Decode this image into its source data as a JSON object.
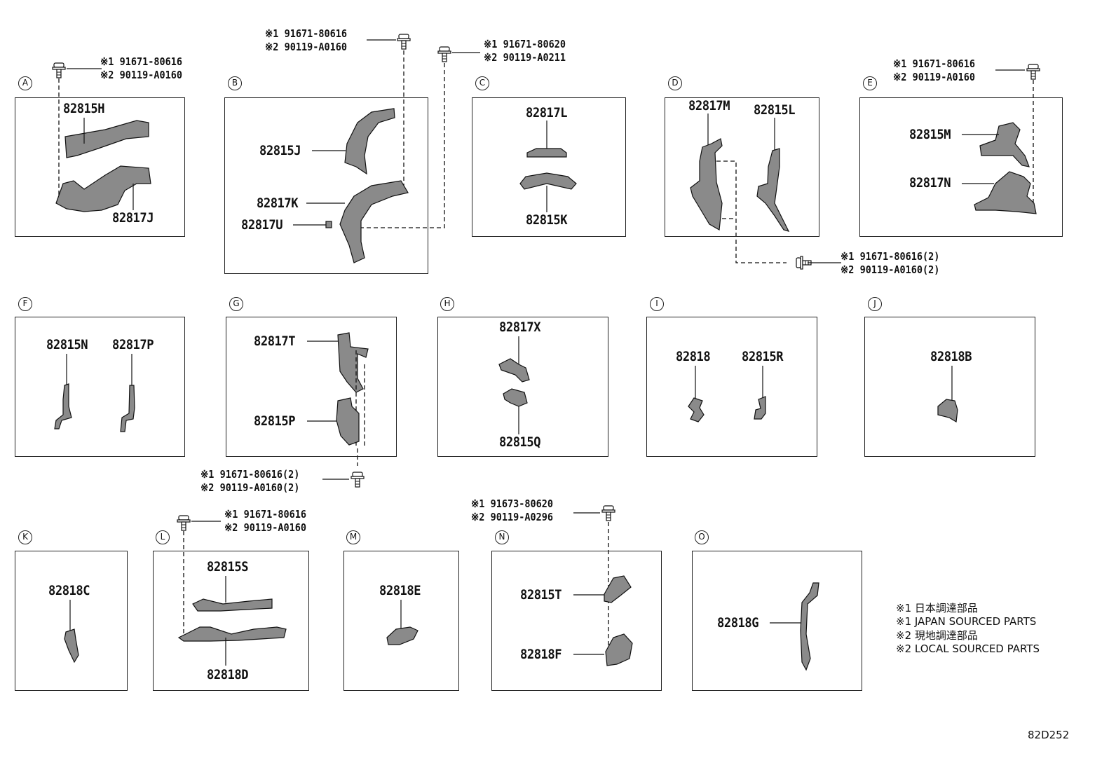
{
  "sections": {
    "A": {
      "letter": "A",
      "parts": [
        "82815H",
        "82817J"
      ],
      "bolt": [
        "※1 91671-80616",
        "※2 90119-A0160"
      ]
    },
    "B": {
      "letter": "B",
      "parts": [
        "82815J",
        "82817K",
        "82817U"
      ],
      "bolt1": [
        "※1 91671-80616",
        "※2 90119-A0160"
      ],
      "bolt2": [
        "※1 91671-80620",
        "※2 90119-A0211"
      ]
    },
    "C": {
      "letter": "C",
      "parts": [
        "82817L",
        "82815K"
      ]
    },
    "D": {
      "letter": "D",
      "parts": [
        "82817M",
        "82815L"
      ],
      "bolt": [
        "※1 91671-80616(2)",
        "※2 90119-A0160(2)"
      ]
    },
    "E": {
      "letter": "E",
      "parts": [
        "82815M",
        "82817N"
      ],
      "bolt": [
        "※1 91671-80616",
        "※2 90119-A0160"
      ]
    },
    "F": {
      "letter": "F",
      "parts": [
        "82815N",
        "82817P"
      ]
    },
    "G": {
      "letter": "G",
      "parts": [
        "82817T",
        "82815P"
      ],
      "bolt": [
        "※1 91671-80616(2)",
        "※2 90119-A0160(2)"
      ]
    },
    "H": {
      "letter": "H",
      "parts": [
        "82817X",
        "82815Q"
      ]
    },
    "I": {
      "letter": "I",
      "parts": [
        "82818",
        "82815R"
      ]
    },
    "J": {
      "letter": "J",
      "parts": [
        "82818B"
      ]
    },
    "K": {
      "letter": "K",
      "parts": [
        "82818C"
      ]
    },
    "L": {
      "letter": "L",
      "parts": [
        "82815S",
        "82818D"
      ],
      "bolt": [
        "※1 91671-80616",
        "※2 90119-A0160"
      ]
    },
    "M": {
      "letter": "M",
      "parts": [
        "82818E"
      ]
    },
    "N": {
      "letter": "N",
      "parts": [
        "82815T",
        "82818F"
      ],
      "bolt": [
        "※1 91673-80620",
        "※2 90119-A0296"
      ]
    },
    "O": {
      "letter": "O",
      "parts": [
        "82818G"
      ]
    }
  },
  "legend": [
    "※1 日本調達部品",
    "※1 JAPAN SOURCED PARTS",
    "※2 現地調達部品",
    "※2 LOCAL SOURCED PARTS"
  ],
  "diagram_code": "82D252"
}
